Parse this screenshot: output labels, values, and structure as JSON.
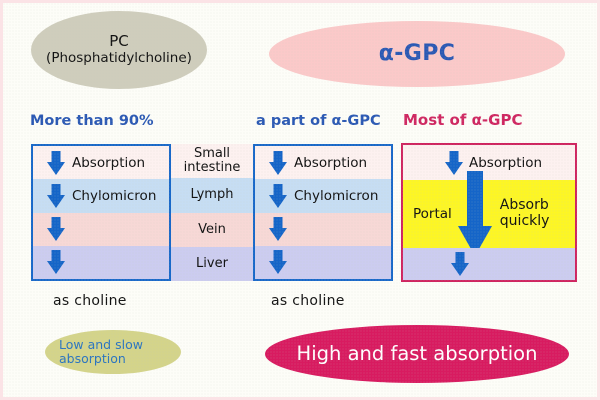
{
  "title": "PC vs alpha-GPC absorption pathway diagram",
  "top": {
    "pc_ellipse": {
      "line1": "PC",
      "line2": "(Phosphatidylcholine)",
      "fill": "#cfcdbc",
      "text_color": "#111111"
    },
    "gpc_ellipse": {
      "label": "α-GPC",
      "fill": "#fbc9c9",
      "text_color": "#2a58b4"
    }
  },
  "headers": [
    {
      "label": "More than 90%",
      "color": "#2a58b4"
    },
    {
      "label": "a part of α-GPC",
      "color": "#2a58b4"
    },
    {
      "label": "Most of α-GPC",
      "color": "#cf2560"
    }
  ],
  "organ_column": {
    "rows": [
      {
        "label_line1": "Small",
        "label_line2": "intestine",
        "fill": "#fdf1f0"
      },
      {
        "label_line1": "Lymph",
        "label_line2": "",
        "fill": "#c6ddf3"
      },
      {
        "label_line1": "Vein",
        "label_line2": "",
        "fill": "#f7d8d6"
      },
      {
        "label_line1": "Liver",
        "label_line2": "",
        "fill": "#ccccf0"
      }
    ]
  },
  "table_1": {
    "border_color": "#1868c9",
    "rows": [
      {
        "arrow": "down-arrow-icon",
        "label": "Absorption",
        "fill": "#fdf1f0"
      },
      {
        "arrow": "down-arrow-icon",
        "label": "Chylomicron",
        "fill": "#c6ddf3"
      },
      {
        "arrow": "down-arrow-icon",
        "label": "",
        "fill": "#f7d8d6"
      },
      {
        "arrow": "down-arrow-icon",
        "label": "",
        "fill": "#ccccf0"
      }
    ]
  },
  "table_2": {
    "border_color": "#1868c9",
    "rows": [
      {
        "arrow": "down-arrow-icon",
        "label": "Absorption",
        "fill": "#fdf1f0"
      },
      {
        "arrow": "down-arrow-icon",
        "label": "Chylomicron",
        "fill": "#c6ddf3"
      },
      {
        "arrow": "down-arrow-icon",
        "label": "",
        "fill": "#f7d8d6"
      },
      {
        "arrow": "down-arrow-icon",
        "label": "",
        "fill": "#ccccf0"
      }
    ]
  },
  "table_3": {
    "border_color": "#cf2560",
    "row_absorption": {
      "arrow": "down-arrow-icon",
      "label": "Absorption",
      "fill": "#fdf1f0"
    },
    "row_portal": {
      "left_label": "Portal",
      "right_label_line1": "Absorb",
      "right_label_line2": "quickly",
      "arrow": "down-arrow-icon",
      "fill": "#fdf624"
    },
    "row_liver": {
      "arrow": "down-arrow-icon",
      "label": "",
      "fill": "#ccccf0"
    }
  },
  "captions": {
    "as_choline_left": "as choline",
    "as_choline_middle": "as choline"
  },
  "bottom": {
    "low_ellipse": {
      "line1": "Low and slow",
      "line2": "absorption",
      "fill": "#d4d48a",
      "text_color": "#2a74c0"
    },
    "high_ellipse": {
      "label": "High and fast absorption",
      "fill": "#d81b60",
      "text_color": "#ffffff"
    }
  }
}
